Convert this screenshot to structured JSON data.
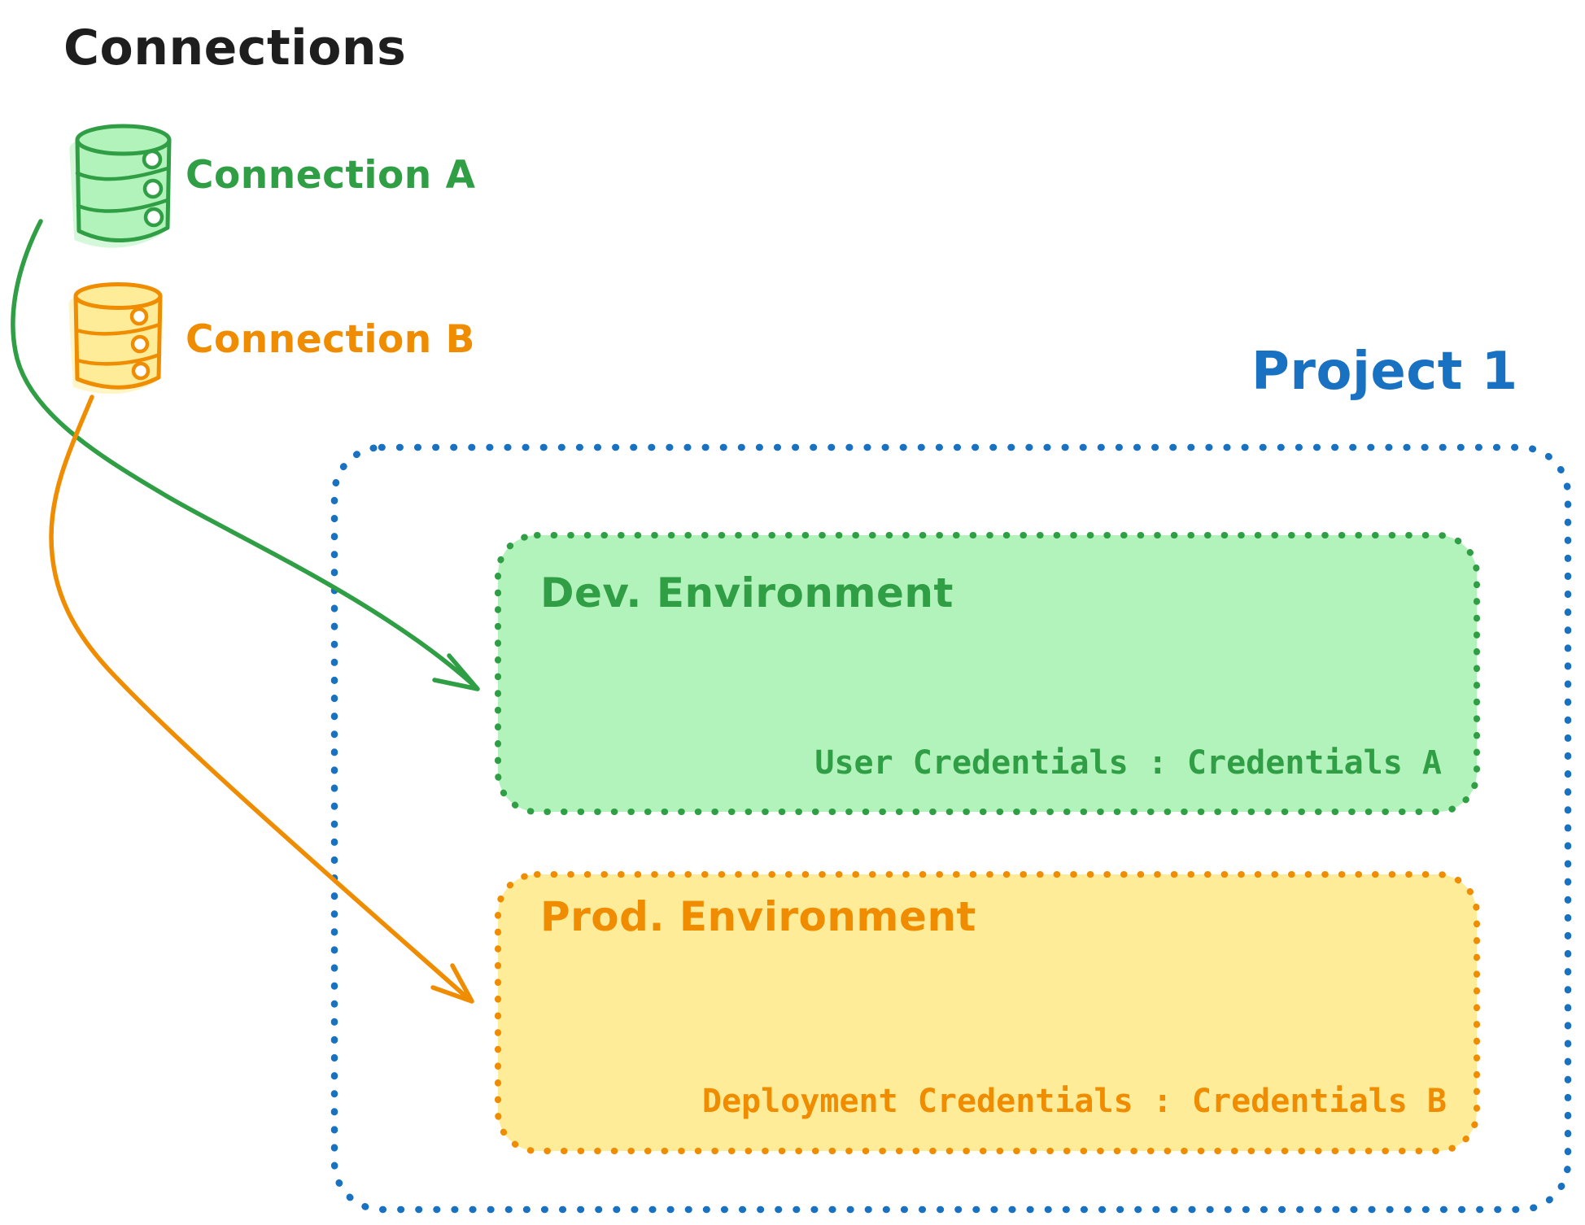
{
  "title": "Connections",
  "colors": {
    "black": "#1e1e1e",
    "green_stroke": "#2f9e44",
    "green_fill": "#b2f2bb",
    "orange_stroke": "#f08c00",
    "orange_fill": "#ffec99",
    "blue_stroke": "#1971c2",
    "background": "#ffffff"
  },
  "connections": [
    {
      "label": "Connection A",
      "icon": "database-icon",
      "color": "#2f9e44",
      "fill": "#b2f2bb"
    },
    {
      "label": "Connection B",
      "icon": "database-icon",
      "color": "#f08c00",
      "fill": "#ffec99"
    }
  ],
  "project": {
    "label": "Project 1",
    "color": "#1971c2",
    "environments": [
      {
        "name": "Dev. Environment",
        "credentials_label": "User Credentials : Credentials A",
        "color": "#2f9e44",
        "fill": "#b2f2bb"
      },
      {
        "name": "Prod. Environment",
        "credentials_label": "Deployment Credentials : Credentials B",
        "color": "#f08c00",
        "fill": "#ffec99"
      }
    ]
  },
  "arrows": [
    {
      "from": "Connection A",
      "to": "Dev. Environment",
      "color": "#2f9e44",
      "style": "curved"
    },
    {
      "from": "Connection B",
      "to": "Prod. Environment",
      "color": "#f08c00",
      "style": "curved"
    }
  ]
}
